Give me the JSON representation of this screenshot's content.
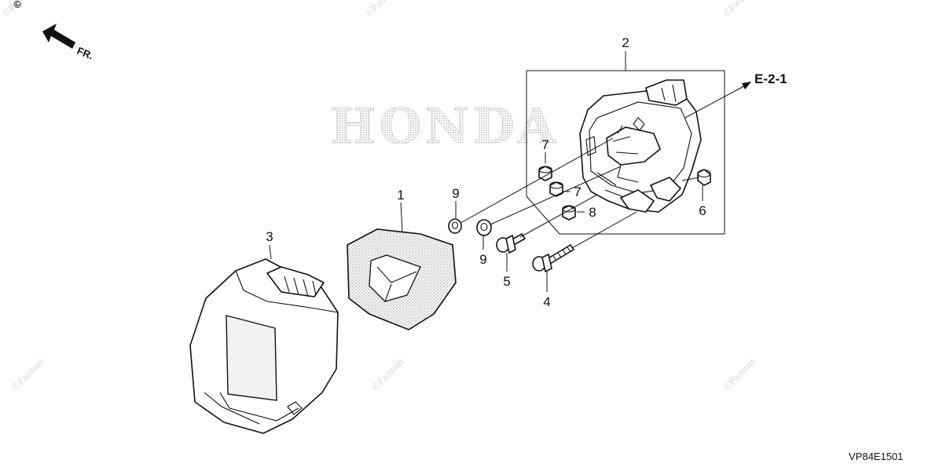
{
  "diagram": {
    "watermark_brand": "HONDA",
    "watermark_stamps": [
      "©Partsnet",
      "©Partsnet",
      "©Partsnet",
      "©Partsnet",
      "©Partsnet",
      "©Partsnet"
    ],
    "direction_label": "FR.",
    "reference_label": "E-2-1",
    "diagram_code": "VP84E1501",
    "callouts": {
      "c1": "1",
      "c2": "2",
      "c3": "3",
      "c4": "4",
      "c5": "5",
      "c6": "6",
      "c7a": "7",
      "c7b": "7",
      "c8": "8",
      "c9a": "9",
      "c9b": "9"
    }
  }
}
